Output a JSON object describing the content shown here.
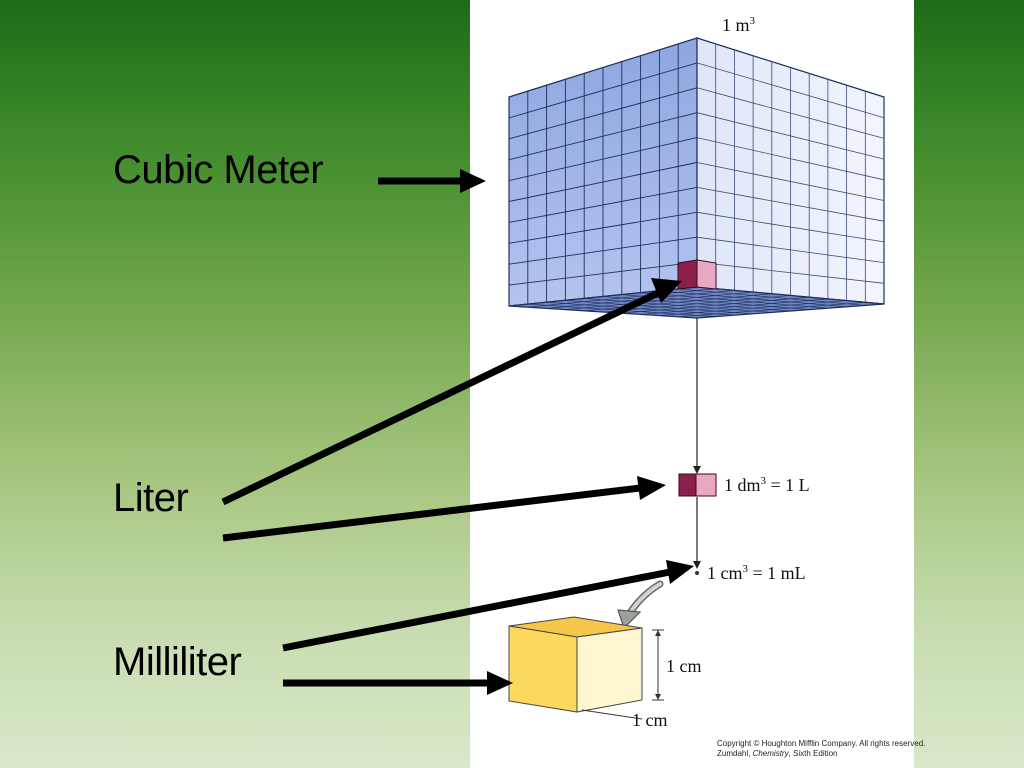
{
  "labels": {
    "cubic_meter": "Cubic Meter",
    "liter": "Liter",
    "milliliter": "Milliliter"
  },
  "figure": {
    "m3_base": "1 m",
    "m3_exp": "3",
    "dm3_base": "1 dm",
    "dm3_exp": "3",
    "dm3_eq": " = 1 L",
    "cm3_base": "1 cm",
    "cm3_exp": "3",
    "cm3_eq": " = 1 mL",
    "side_label_vertical": "1 cm",
    "side_label_bottom": "1 cm"
  },
  "copyright": {
    "line1": "Copyright © Houghton Mifflin Company. All rights reserved.",
    "line2_author": "Zumdahl, ",
    "line2_title": "Chemistry",
    "line2_edition": ", Sixth Edition"
  },
  "colors": {
    "cube_front": "#9db3e6",
    "cube_side": "#e6ecfa",
    "cube_bottom": "#7d92c8",
    "liter_dark": "#8a1f4a",
    "liter_light": "#e8a8c4",
    "ml_front": "#fcd85c",
    "ml_side": "#fdf6d0",
    "ml_top": "#f4c64a",
    "arrow": "#000000"
  }
}
